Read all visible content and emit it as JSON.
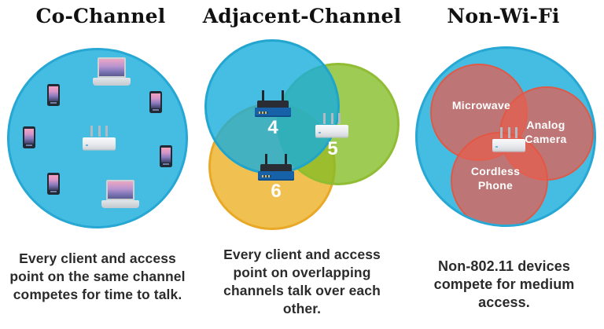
{
  "sections": [
    {
      "id": "co-channel",
      "title": "Co-Channel",
      "caption": "Every client and access point on the same channel competes for time to talk.",
      "devices": [
        "laptop",
        "phone",
        "phone",
        "phone",
        "access-point",
        "phone",
        "phone",
        "laptop"
      ]
    },
    {
      "id": "adjacent-channel",
      "title": "Adjacent-Channel",
      "caption": "Every client and access point on overlapping channels talk over each other.",
      "channels": [
        {
          "number": "4",
          "circle_color": "#45BCE1"
        },
        {
          "number": "5",
          "circle_color": "#9ECA54"
        },
        {
          "number": "6",
          "circle_color": "#F0C151"
        }
      ]
    },
    {
      "id": "non-wifi",
      "title": "Non-Wi-Fi",
      "caption": "Non-802.11 devices compete for medium access.",
      "interferers": [
        {
          "label": "Microwave"
        },
        {
          "label": "Analog Camera"
        },
        {
          "label": "Cordless Phone"
        }
      ]
    }
  ],
  "colors": {
    "wifi_blue": "#45BCE1",
    "wifi_blue_border": "#27A7D4",
    "channel_green": "#9ECA54",
    "channel_green_border": "#8FBC33",
    "channel_yellow": "#F0C151",
    "channel_yellow_border": "#E9A825",
    "interferer_red": "#BD7674",
    "interferer_red_border": "#E25742",
    "caption_text": "#2B2B2B",
    "label_text": "#FFFFFF"
  }
}
